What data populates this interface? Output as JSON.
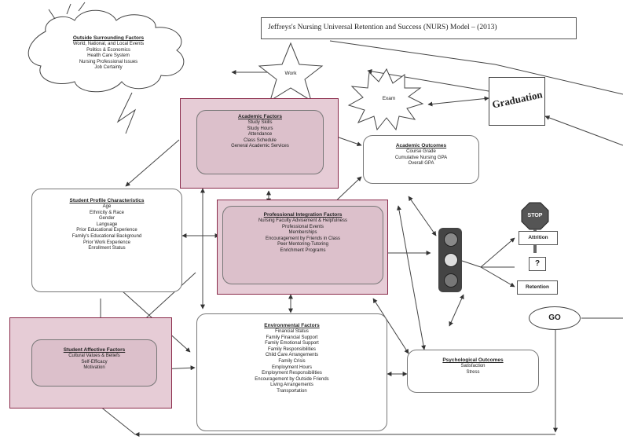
{
  "model_title": "Jeffreys's Nursing Universal Retention and Success (NURS) Model – (2013)",
  "outside_factors": {
    "title": "Outside Surrounding Factors",
    "items": [
      "World, National, and Local Events",
      "Politics & Economics",
      "Health Care System",
      "Nursing Professional Issues",
      "Job Certainty"
    ]
  },
  "academic_factors": {
    "title": "Academic Factors",
    "items": [
      "Study Skills",
      "Study Hours",
      "Attendance",
      "Class Schedule",
      "General Academic Services"
    ]
  },
  "academic_outcomes": {
    "title": "Academic Outcomes",
    "items": [
      "Course Grade",
      "Cumulative Nursing GPA",
      "Overall GPA"
    ]
  },
  "student_profile": {
    "title": "Student Profile Characteristics",
    "items": [
      "Age",
      "Ethnicity & Race",
      "Gender",
      "Language",
      "Prior Educational Experience",
      "Family's Educational Background",
      "Prior Work Experience",
      "Enrollment Status"
    ]
  },
  "professional_integration": {
    "title": "Professional Integration Factors",
    "items": [
      "Nursing Faculty Advisement & Helpfulness",
      "Professional Events",
      "Memberships",
      "Encouragement by Friends in Class",
      "Peer Mentoring-Tutoring",
      "Enrichment Programs"
    ]
  },
  "student_affective": {
    "title": "Student Affective Factors",
    "items": [
      "Cultural Values & Beliefs",
      "Self-Efficacy",
      "Motivation"
    ]
  },
  "environmental_factors": {
    "title": "Environmental Factors",
    "items": [
      "Financial Status",
      "Family Financial Support",
      "Family Emotional Support",
      "Family Responsibilities",
      "Child Care Arrangements",
      "Family Crisis",
      "Employment Hours",
      "Employment Responsibilities",
      "Encouragement by Outside Friends",
      "Living Arrangements",
      "Transportation"
    ]
  },
  "psychological_outcomes": {
    "title": "Psychological Outcomes",
    "items": [
      "Satisfaction",
      "Stress"
    ]
  },
  "work_label": "Work",
  "exam_label": "Exam",
  "graduation_label": "Graduation",
  "stop_label": "STOP",
  "attrition_label": "Attrition",
  "question_label": "?",
  "retention_label": "Retention",
  "go_label": "GO"
}
